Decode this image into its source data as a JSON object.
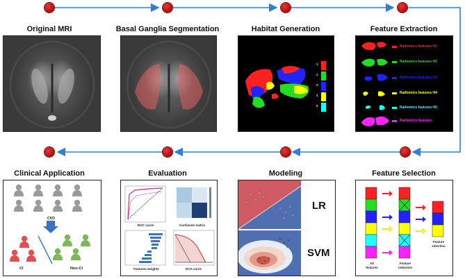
{
  "steps_top": [
    {
      "title": "Original MRI"
    },
    {
      "title": "Basal Ganglia Segmentation"
    },
    {
      "title": "Habitat Generation"
    },
    {
      "title": "Feature Extraction"
    }
  ],
  "steps_bottom": [
    {
      "title": "Clinical Application"
    },
    {
      "title": "Evaluation"
    },
    {
      "title": "Modeling"
    },
    {
      "title": "Feature Selection"
    }
  ],
  "habitat_legend": [
    "1",
    "2",
    "3",
    "4",
    "5"
  ],
  "features": [
    {
      "label": "Radiomics features H1",
      "color": "#ff2020"
    },
    {
      "label": "Radiomics features H2",
      "color": "#22dd22"
    },
    {
      "label": "Radiomics features H3",
      "color": "#2222ff"
    },
    {
      "label": "Radiomics features H4",
      "color": "#ffff00"
    },
    {
      "label": "Radiomics features H5",
      "color": "#22ffff"
    },
    {
      "label": "Radiomics features",
      "color": "#ff22ff"
    }
  ],
  "clinical": {
    "ckd": "CKD",
    "ci": "CI",
    "nonci": "Non-CI"
  },
  "evaluation": {
    "roc": "ROC curve",
    "cm": "Confusion matrix",
    "fw": "Features weights",
    "dca": "DCA curve"
  },
  "modeling": {
    "lr": "LR",
    "svm": "SVM"
  },
  "selection": {
    "all": "All features",
    "reduction": "Feature reduction",
    "selected": "Feature selection"
  },
  "colors": {
    "dot": "#c81414",
    "arrow": "#2f7fd6",
    "person_red": "#e05050",
    "person_gray": "#9a9a9a",
    "person_green": "#7bb85a"
  }
}
